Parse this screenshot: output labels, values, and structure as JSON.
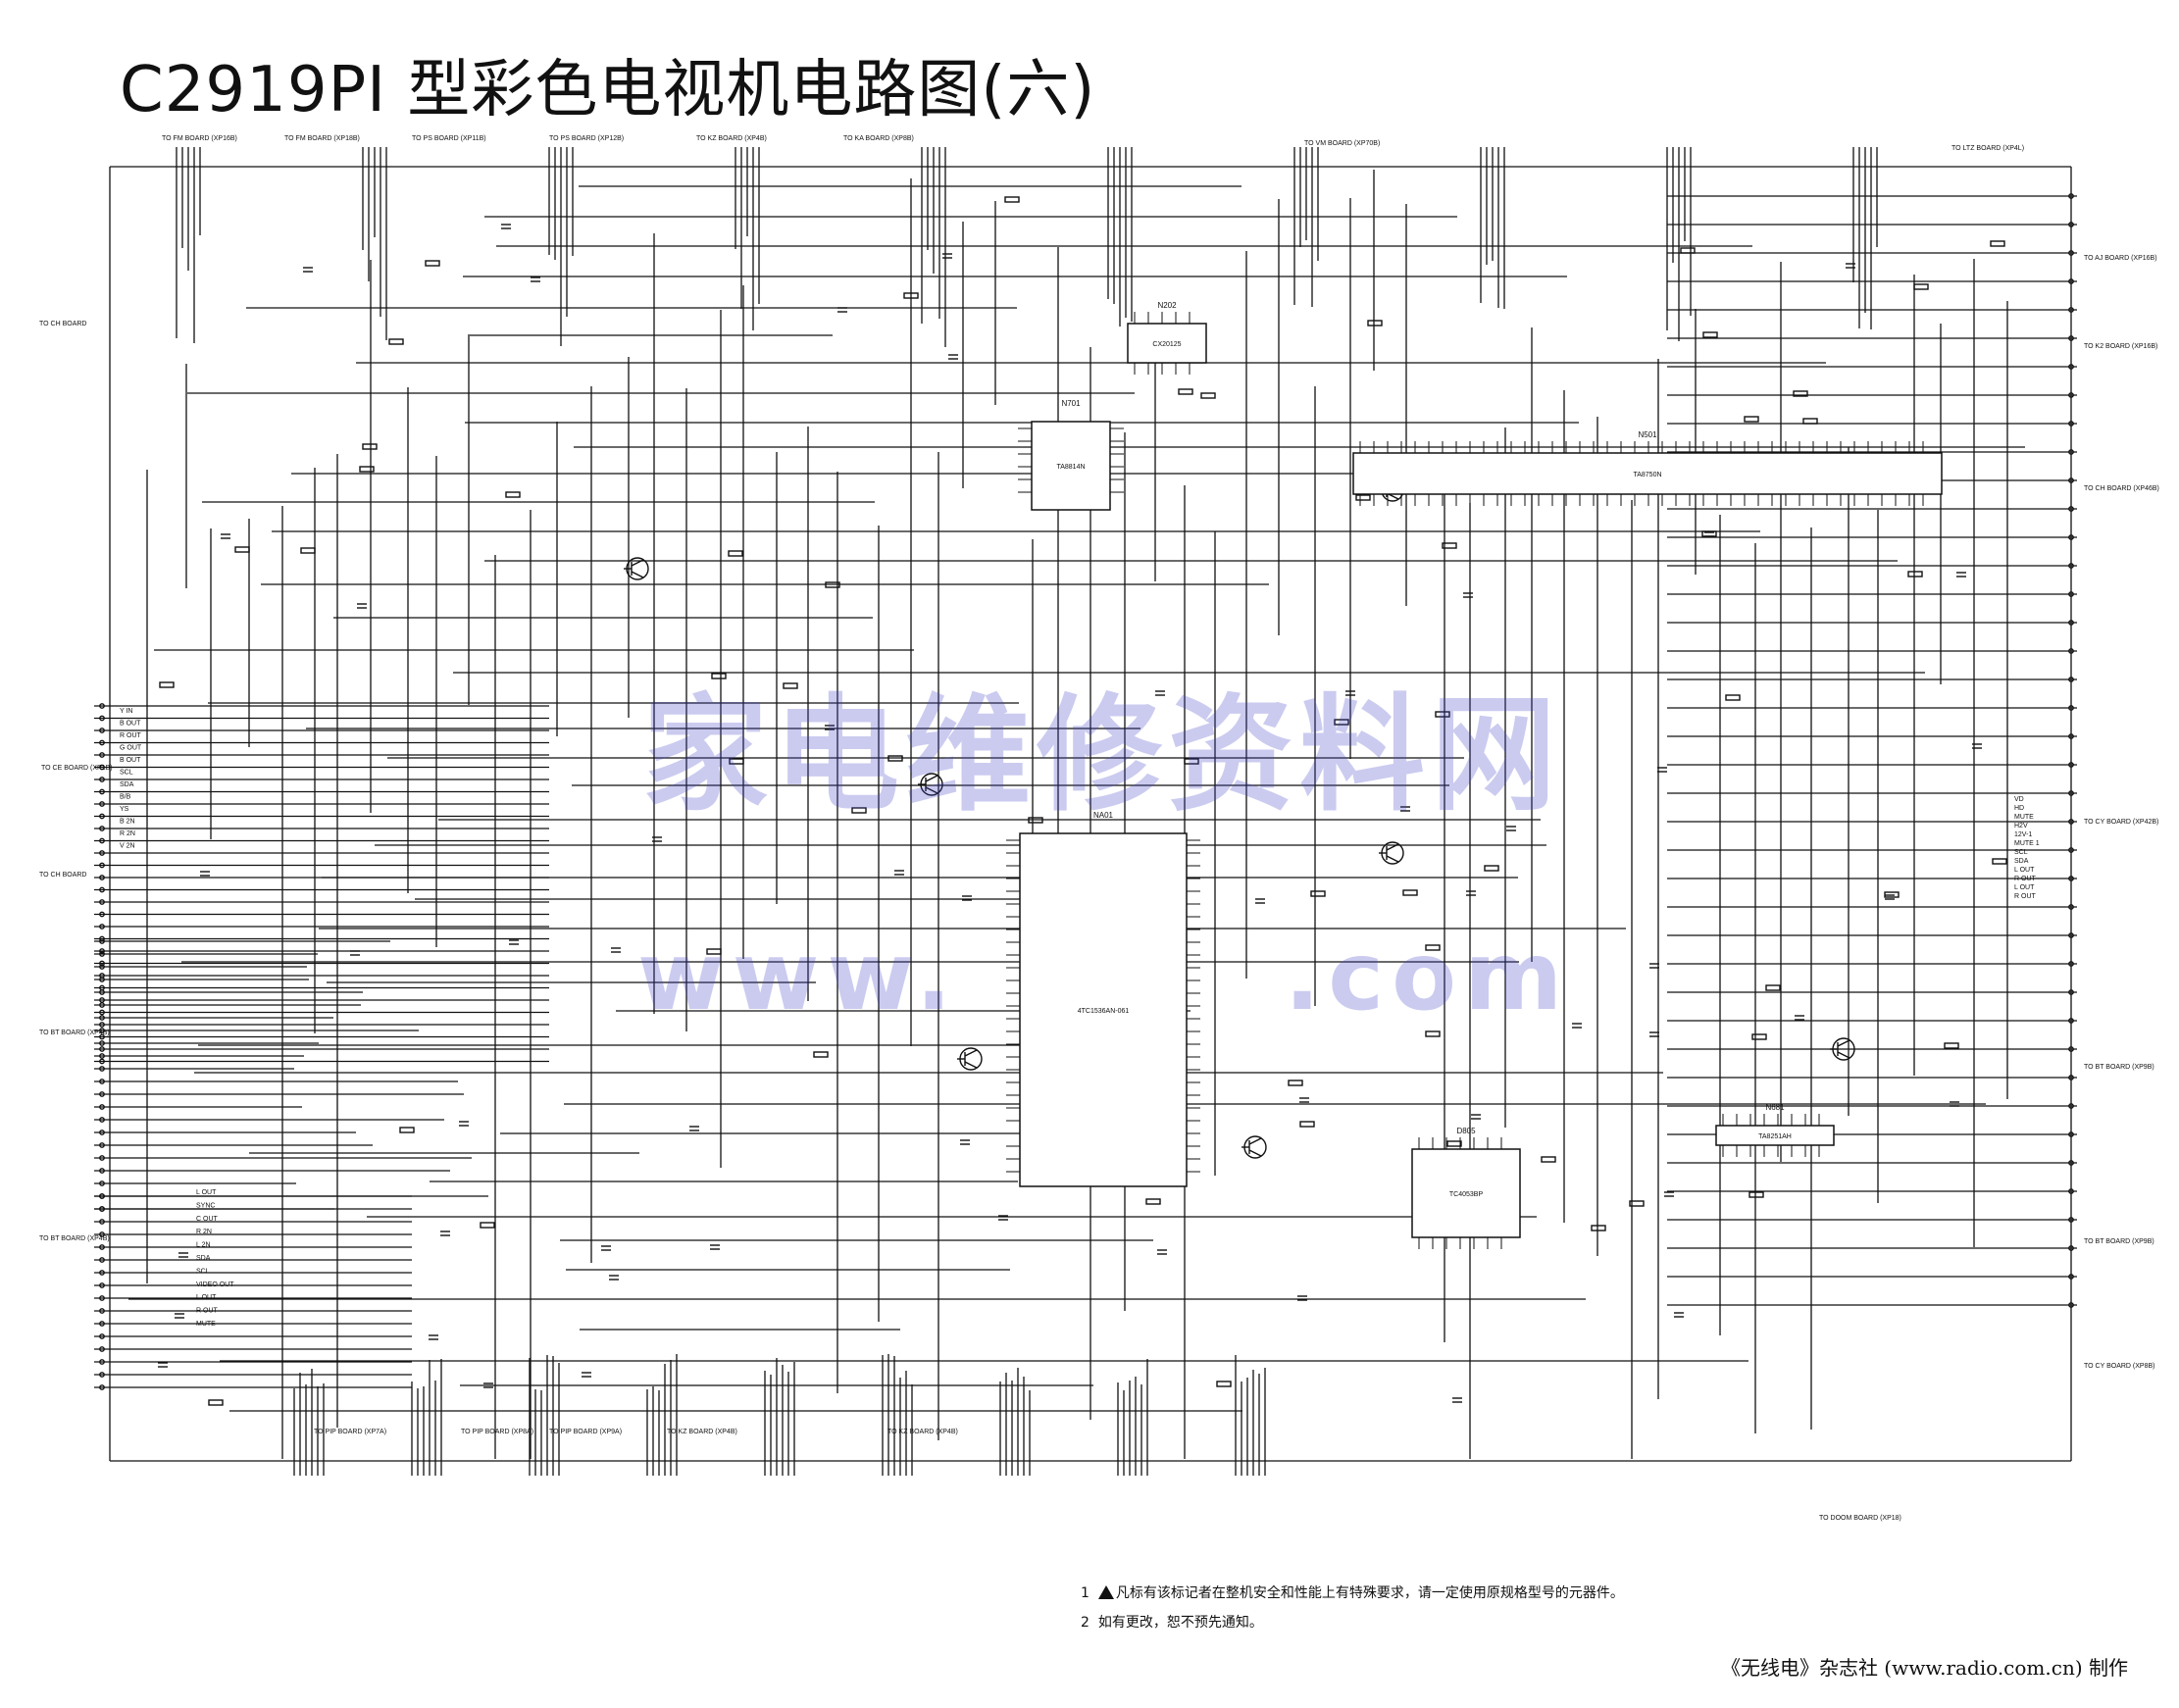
{
  "title": "C2919PI 型彩色电视机电路图(六)",
  "watermark": {
    "main": "家电维修资料网",
    "url": "www.",
    "url_end": ".com"
  },
  "chips": [
    {
      "ref": "N501",
      "part": "TA8750N"
    },
    {
      "ref": "NA01",
      "part": "4TC1536AN-061"
    },
    {
      "ref": "N681",
      "part": "TA8251AH"
    },
    {
      "ref": "N701",
      "part": "TA8814N"
    },
    {
      "ref": "N202",
      "part": "CX20125"
    },
    {
      "ref": "D805",
      "part": "TC4053BP"
    }
  ],
  "connectors": [
    "TO FM BOARD (XP16B)",
    "TO FM BOARD (XP18B)",
    "TO PS BOARD (XP11B)",
    "TO PS BOARD (XP12B)",
    "TO KZ BOARD (XP4B)",
    "TO KA BOARD (XP8B)",
    "TO VM BOARD (XP70B)",
    "TO LTZ BOARD (XP4L)",
    "TO AJ BOARD (XP16B)",
    "TO K2 BOARD (XP16B)",
    "TO CH BOARD (XP46B)",
    "TO CY BOARD (XP42B)",
    "TO BT BOARD (XP9B)",
    "TO BT BOARD (XP9B)",
    "TO CY BOARD (XP8B)",
    "TO DOOM BOARD (XP18)",
    "TO PIP BOARD (XP7A)",
    "TO PIP BOARD (XP8A)",
    "TO PIP BOARD (XP9A)",
    "TO KZ BOARD (XP4B)",
    "TO KZ BOARD (XP4B)",
    "TO CE BOARD (XP1B)",
    "TO BT BOARD (XP4B)",
    "TO BT BOARD (XP4B)",
    "TO CH BOARD",
    "TO CH BOARD"
  ],
  "pins_left": [
    "Y IN",
    "B OUT",
    "R OUT",
    "G OUT",
    "B OUT",
    "SCL",
    "SDA",
    "B/B",
    "YS",
    "B 2N",
    "R 2N",
    "V 2N"
  ],
  "pins_right": [
    "VD",
    "HD",
    "MUTE",
    "H2V",
    "12V-1",
    "MUTE 1",
    "SCL",
    "SDA",
    "L OUT",
    "R OUT",
    "L OUT",
    "R OUT"
  ],
  "pins_bottom_left": [
    "L OUT",
    "SYNC",
    "C OUT",
    "R 2N",
    "L 2N",
    "SDA",
    "SCL",
    "VIDEO OUT",
    "L OUT",
    "R OUT",
    "MUTE"
  ],
  "notes": {
    "n1_prefix": "1",
    "n1_text": "凡标有该标记者在整机安全和性能上有特殊要求，请一定使用原规格型号的元器件。",
    "n2_prefix": "2",
    "n2_text": "如有更改，恕不预先通知。"
  },
  "credit": "《无线电》杂志社 (www.radio.com.cn) 制作"
}
